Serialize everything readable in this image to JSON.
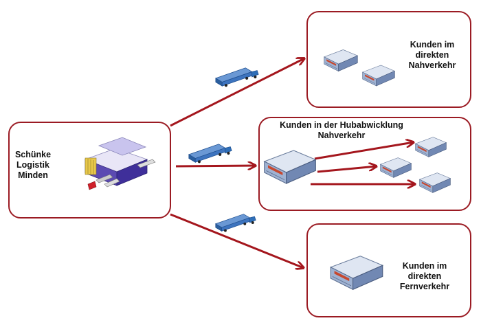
{
  "source": {
    "lines": [
      "Schünke",
      "Logistik",
      "Minden"
    ]
  },
  "targets": {
    "nahverkehr_direct": {
      "lines": [
        "Kunden im",
        "direkten",
        "Nahverkehr"
      ]
    },
    "hub": {
      "lines": [
        "Kunden in der Hubabwicklung",
        "Nahverkehr"
      ]
    },
    "fernverkehr_direct": {
      "lines": [
        "Kunden im",
        "direkten",
        "Fernverkehr"
      ]
    }
  },
  "icons": [
    "warehouse-icon",
    "truck-icon",
    "building-icon",
    "arrow-icon"
  ],
  "colors": {
    "border": "#9b1b23",
    "arrow": "#a4161d",
    "truck": "#2f6fb8",
    "building": "#8fa6c8"
  }
}
